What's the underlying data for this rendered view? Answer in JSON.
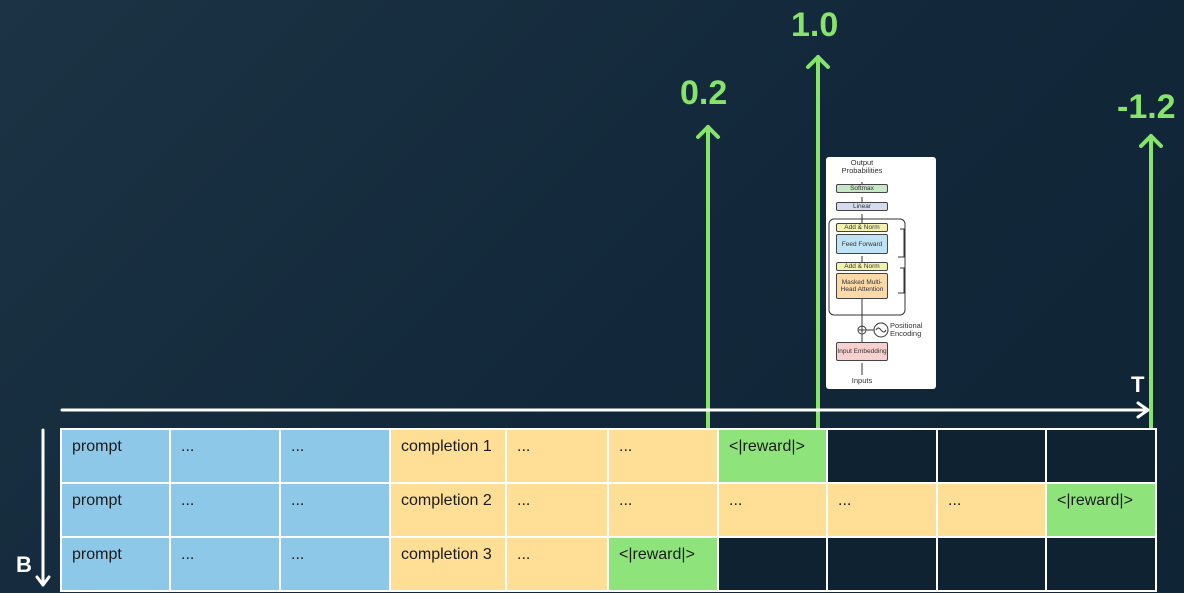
{
  "axes": {
    "time_label": "T",
    "batch_label": "B"
  },
  "rewards": [
    "0.2",
    "1.0",
    "-1.2"
  ],
  "rows": [
    [
      "prompt",
      "...",
      "...",
      "completion 1",
      "...",
      "...",
      "<|reward|>",
      "",
      "",
      ""
    ],
    [
      "prompt",
      "...",
      "...",
      "completion 2",
      "...",
      "...",
      "...",
      "...",
      "...",
      "<|reward|>"
    ],
    [
      "prompt",
      "...",
      "...",
      "completion 3",
      "...",
      "<|reward|>",
      "",
      "",
      "",
      ""
    ]
  ],
  "cell_types": [
    [
      "prompt",
      "dots-blue",
      "dots-blue",
      "completion",
      "dots-yellow",
      "dots-yellow",
      "reward",
      "empty",
      "empty",
      "empty"
    ],
    [
      "prompt",
      "dots-blue",
      "dots-blue",
      "completion",
      "dots-yellow",
      "dots-yellow",
      "dots-yellow",
      "dots-yellow",
      "dots-yellow",
      "reward"
    ],
    [
      "prompt",
      "dots-blue",
      "dots-blue",
      "completion",
      "dots-yellow",
      "reward",
      "empty",
      "empty",
      "empty",
      "empty"
    ]
  ],
  "colors": {
    "prompt": "#8ec8e8",
    "completion": "#ffde96",
    "reward": "#8ee47b",
    "arrow": "#86e46a",
    "background": "#12283a"
  },
  "decoder": {
    "output_label": "Output Probabilities",
    "softmax": "Softmax",
    "linear": "Linear",
    "add_norm_1": "Add & Norm",
    "feed_forward": "Feed Forward",
    "add_norm_2": "Add & Norm",
    "masked_attention": "Masked Multi-Head Attention",
    "positional_encoding": "Positional Encoding",
    "input_embedding": "Input Embedding",
    "inputs": "Inputs"
  }
}
